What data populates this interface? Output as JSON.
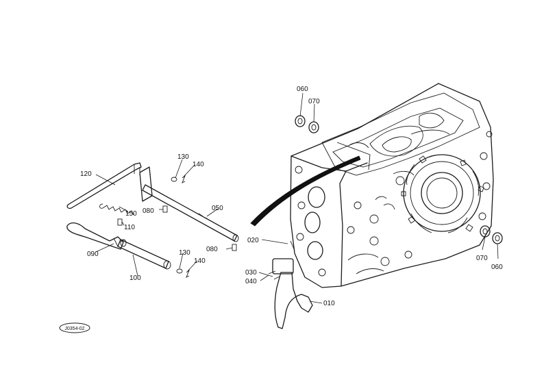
{
  "diagram": {
    "reference_code": "J0354-02",
    "callouts": [
      {
        "id": "010",
        "text": "010"
      },
      {
        "id": "020",
        "text": "020"
      },
      {
        "id": "030",
        "text": "030"
      },
      {
        "id": "040",
        "text": "040"
      },
      {
        "id": "050",
        "text": "050"
      },
      {
        "id": "060a",
        "text": "060"
      },
      {
        "id": "060b",
        "text": "060"
      },
      {
        "id": "070a",
        "text": "070"
      },
      {
        "id": "070b",
        "text": "070"
      },
      {
        "id": "080a",
        "text": "080"
      },
      {
        "id": "080b",
        "text": "080"
      },
      {
        "id": "090",
        "text": "090"
      },
      {
        "id": "100",
        "text": "100"
      },
      {
        "id": "110",
        "text": "110"
      },
      {
        "id": "120",
        "text": "120"
      },
      {
        "id": "130a",
        "text": "130"
      },
      {
        "id": "130b",
        "text": "130"
      },
      {
        "id": "140a",
        "text": "140"
      },
      {
        "id": "140b",
        "text": "140"
      },
      {
        "id": "150",
        "text": "150"
      }
    ]
  }
}
